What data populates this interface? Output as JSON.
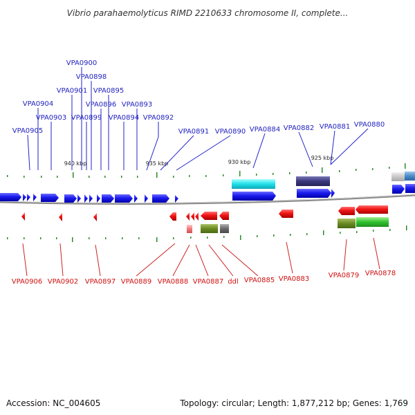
{
  "title": "Vibrio parahaemolyticus RIMD 2210633 chromosome II, complete...",
  "footer": {
    "accession": "Accession: NC_004605",
    "summary": "Topology: circular; Length: 1,877,212 bp; Genes: 1,769"
  },
  "kbp_labels": [
    "940 kbp",
    "935 kbp",
    "930 kbp",
    "925 kbp"
  ],
  "top_genes": [
    "VPA0900",
    "VPA0898",
    "VPA0901",
    "VPA0895",
    "VPA0904",
    "VPA0896",
    "VPA0893",
    "VPA0903",
    "VPA0899",
    "VPA0894",
    "VPA0892",
    "VPA0905",
    "VPA0891",
    "VPA0890",
    "VPA0884",
    "VPA0882",
    "VPA0881",
    "VPA0880"
  ],
  "bottom_genes": [
    "VPA0906",
    "VPA0902",
    "VPA0897",
    "VPA0889",
    "VPA0888",
    "VPA0887",
    "ddl",
    "VPA0885",
    "VPA0883",
    "VPA0879",
    "VPA0878"
  ],
  "colors": {
    "forward_gene": "#1010e0",
    "reverse_gene": "#e81010",
    "backbone": "#8a8a8a",
    "tick": "#2a8a2a",
    "forward_label": "#1f1fbf",
    "reverse_label": "#d01010"
  }
}
